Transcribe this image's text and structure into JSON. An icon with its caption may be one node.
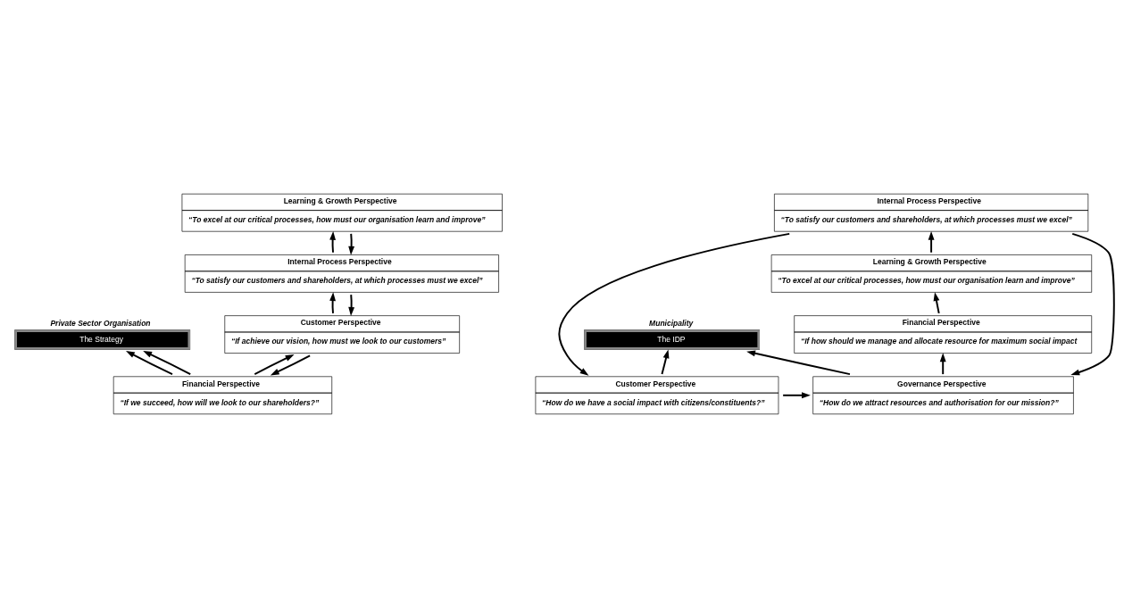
{
  "diagram": {
    "nodes": [
      {
        "text": [
          "Private Sector Organisation",
          "The Strategy"
        ]
      },
      {
        "text": [
          "Financial Perspective",
          "“If we succeed, how will we look to our shareholders?”"
        ]
      },
      {
        "text": [
          "Customer Perspective",
          "“If achieve our vision, how must we look to our customers”"
        ]
      },
      {
        "text": [
          "Internal Process Perspective",
          "“To satisfy our customers and shareholders, at which processes must we excel”"
        ]
      },
      {
        "text": [
          "Learning & Growth Perspective",
          "“To excel at our critical processes, how must our organisation learn and improve”"
        ]
      },
      {
        "text": [
          "Municipality",
          "The IDP"
        ]
      },
      {
        "text": [
          "Governance Perspective",
          "“How do we attract resources and authorisation for our mission?”"
        ]
      },
      {
        "text": [
          "Customer Perspective",
          "“How do we have a social impact with citizens/constituents?”"
        ]
      },
      {
        "text": [
          "Internal Process Perspective",
          "“To satisfy our customers and shareholders, at which processes must we excel”"
        ]
      },
      {
        "text": [
          "Learning & Growth Perspective",
          "“To excel at our critical processes, how must our organisation learn and improve”"
        ]
      },
      {
        "text": [
          "Financial Perspective",
          "“If how should we manage and allocate resource for maximum social impact"
        ]
      }
    ],
    "edges": [
      {
        "from": 1,
        "to": 0,
        "arrow": "to"
      },
      {
        "from": 1,
        "to": 0,
        "arrow": "to"
      },
      {
        "from": 2,
        "to": 1,
        "arrow": "to"
      },
      {
        "from": 1,
        "to": 2,
        "arrow": "to"
      },
      {
        "from": 3,
        "to": 2,
        "arrow": "to"
      },
      {
        "from": 2,
        "to": 3,
        "arrow": "to"
      },
      {
        "from": 4,
        "to": 3,
        "arrow": "to"
      },
      {
        "from": 3,
        "to": 4,
        "arrow": "to"
      },
      {
        "from": 6,
        "to": 5,
        "arrow": "to"
      },
      {
        "from": 7,
        "to": 5,
        "arrow": "to"
      },
      {
        "from": 7,
        "to": 6,
        "arrow": "to"
      },
      {
        "from": 8,
        "to": 6,
        "arrow": "to"
      },
      {
        "from": 8,
        "to": 7,
        "arrow": "to"
      },
      {
        "from": 9,
        "to": 8,
        "arrow": "to"
      },
      {
        "from": 10,
        "to": 9,
        "arrow": "to"
      },
      {
        "from": 6,
        "to": 10,
        "arrow": "to"
      }
    ]
  }
}
